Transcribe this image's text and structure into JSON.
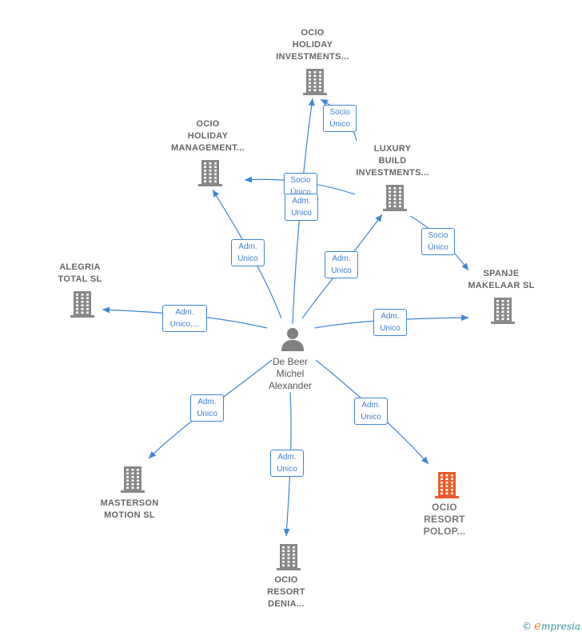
{
  "center": {
    "name_lines": [
      "De Beer",
      "Michel",
      "Alexander"
    ]
  },
  "nodes": [
    {
      "id": "ocio-holiday-investments",
      "lines": [
        "OCIO",
        "HOLIDAY",
        "INVESTMENTS..."
      ],
      "color": "#888888"
    },
    {
      "id": "ocio-holiday-management",
      "lines": [
        "OCIO",
        "HOLIDAY",
        "MANAGEMENT..."
      ],
      "color": "#888888"
    },
    {
      "id": "luxury-build-investments",
      "lines": [
        "LUXURY",
        "BUILD",
        "INVESTMENTS..."
      ],
      "color": "#888888"
    },
    {
      "id": "alegria-total",
      "lines": [
        "ALEGRIA",
        "TOTAL  SL"
      ],
      "color": "#888888"
    },
    {
      "id": "spanje-makelaar",
      "lines": [
        "SPANJE",
        "MAKELAAR  SL"
      ],
      "color": "#888888"
    },
    {
      "id": "masterson-motion",
      "lines": [
        "MASTERSON",
        "MOTION  SL"
      ],
      "color": "#888888"
    },
    {
      "id": "ocio-resort-denia",
      "lines": [
        "OCIO",
        "RESORT",
        "DENIA..."
      ],
      "color": "#888888"
    },
    {
      "id": "ocio-resort-polop",
      "lines": [
        "OCIO",
        "RESORT",
        "POLOP..."
      ],
      "color": "#f05a28"
    }
  ],
  "edge_labels": [
    {
      "id": "socio-unico-top",
      "lines": [
        "Socio",
        "Único"
      ]
    },
    {
      "id": "socio-unico-mgmt",
      "lines": [
        "Socio",
        "Único"
      ]
    },
    {
      "id": "adm-unico-invest",
      "lines": [
        "Adm.",
        "Unico"
      ]
    },
    {
      "id": "adm-unico-mgmt",
      "lines": [
        "Adm.",
        "Unico"
      ]
    },
    {
      "id": "adm-unico-luxury",
      "lines": [
        "Adm.",
        "Unico"
      ]
    },
    {
      "id": "socio-unico-spanje",
      "lines": [
        "Socio",
        "Único"
      ]
    },
    {
      "id": "adm-unico-alegria",
      "lines": [
        "Adm.",
        "Unico,..."
      ]
    },
    {
      "id": "adm-unico-spanje",
      "lines": [
        "Adm.",
        "Unico"
      ]
    },
    {
      "id": "adm-unico-masterson",
      "lines": [
        "Adm.",
        "Unico"
      ]
    },
    {
      "id": "adm-unico-denia",
      "lines": [
        "Adm.",
        "Unico"
      ]
    },
    {
      "id": "adm-unico-polop",
      "lines": [
        "Adm.",
        "Unico"
      ]
    }
  ],
  "footer": {
    "copyright": "©",
    "brand_initial": "e",
    "brand_rest": "mpresia"
  },
  "colors": {
    "edge": "#3d85d8",
    "building": "#888888",
    "building_highlight": "#f05a28",
    "person": "#808080"
  }
}
